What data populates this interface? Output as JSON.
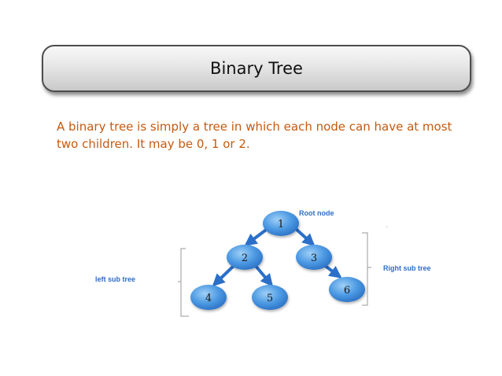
{
  "title": "Binary Tree",
  "body_text": "A binary tree is simply a tree in which each node can have at most two children. It may be 0, 1 or 2.",
  "diagram": {
    "nodes": [
      "1",
      "2",
      "3",
      "4",
      "5",
      "6"
    ],
    "labels": {
      "root": "Root node",
      "left_subtree": "left sub tree",
      "right_subtree": "Right sub tree"
    }
  },
  "colors": {
    "text_orange": "#c55a11",
    "label_blue": "#2f6cc6",
    "node_blue": "#3d8fdc",
    "arrow_blue": "#2b6fc9"
  }
}
